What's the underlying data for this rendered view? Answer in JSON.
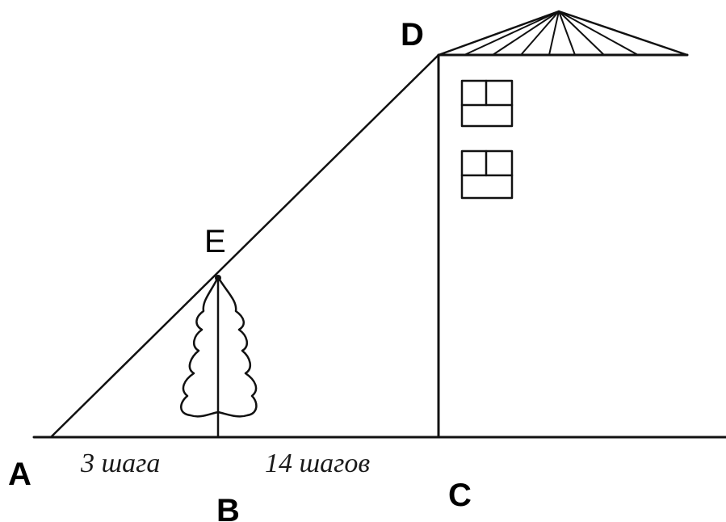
{
  "points": {
    "A": "A",
    "B": "B",
    "C": "C",
    "D": "D",
    "E": "E"
  },
  "measurements": {
    "AB": "3 шага",
    "BC": "14 шагов"
  },
  "colors": {
    "ink": "#111111",
    "background": "#ffffff"
  }
}
